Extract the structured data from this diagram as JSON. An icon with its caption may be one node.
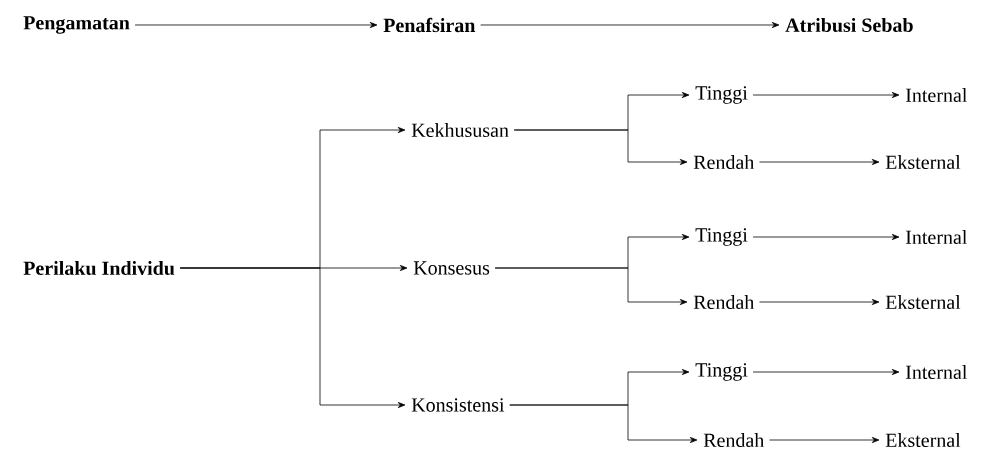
{
  "diagram": {
    "nodes": [
      {
        "text": [
          "Pengamatan"
        ]
      },
      {
        "text": [
          "Penafsiran"
        ]
      },
      {
        "text": [
          "Atribusi Sebab"
        ]
      },
      {
        "text": [
          "Perilaku Individu"
        ]
      },
      {
        "text": [
          "Kekhususan"
        ]
      },
      {
        "text": [
          "Konsesus"
        ]
      },
      {
        "text": [
          "Konsistensi"
        ]
      },
      {
        "text": [
          "Tinggi"
        ]
      },
      {
        "text": [
          "Internal"
        ]
      },
      {
        "text": [
          "Rendah"
        ]
      },
      {
        "text": [
          "Eksternal"
        ]
      },
      {
        "text": [
          "Tinggi"
        ]
      },
      {
        "text": [
          "Internal"
        ]
      },
      {
        "text": [
          "Rendah"
        ]
      },
      {
        "text": [
          "Eksternal"
        ]
      },
      {
        "text": [
          "Tinggi"
        ]
      },
      {
        "text": [
          "Internal"
        ]
      },
      {
        "text": [
          "Rendah"
        ]
      },
      {
        "text": [
          "Eksternal"
        ]
      }
    ],
    "edges": [
      {
        "from": 0,
        "to": 1,
        "arrow": "to"
      },
      {
        "from": 1,
        "to": 2,
        "arrow": "to"
      },
      {
        "from": 3,
        "to": 4,
        "arrow": "to"
      },
      {
        "from": 3,
        "to": 5,
        "arrow": "to"
      },
      {
        "from": 3,
        "to": 6,
        "arrow": "to"
      },
      {
        "from": 4,
        "to": 7,
        "arrow": "to"
      },
      {
        "from": 4,
        "to": 9,
        "arrow": "to"
      },
      {
        "from": 5,
        "to": 11,
        "arrow": "to"
      },
      {
        "from": 5,
        "to": 13,
        "arrow": "to"
      },
      {
        "from": 6,
        "to": 15,
        "arrow": "to"
      },
      {
        "from": 6,
        "to": 17,
        "arrow": "to"
      },
      {
        "from": 7,
        "to": 8,
        "arrow": "to"
      },
      {
        "from": 9,
        "to": 10,
        "arrow": "to"
      },
      {
        "from": 11,
        "to": 12,
        "arrow": "to"
      },
      {
        "from": 13,
        "to": 14,
        "arrow": "to"
      },
      {
        "from": 15,
        "to": 16,
        "arrow": "to"
      },
      {
        "from": 17,
        "to": 18,
        "arrow": "to"
      }
    ]
  }
}
